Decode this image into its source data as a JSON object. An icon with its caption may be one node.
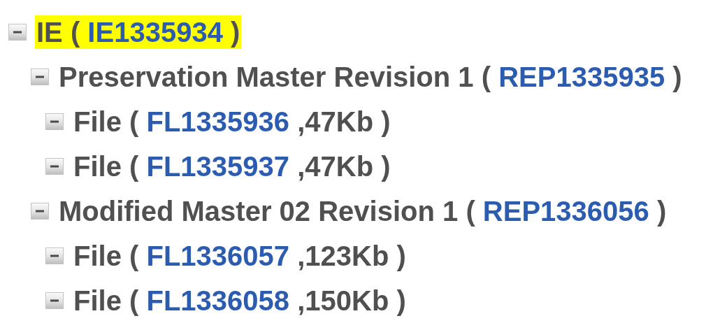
{
  "diagram": {
    "nodes": [
      {
        "text": [
          "IE (",
          "IE1335934",
          ")"
        ]
      },
      {
        "text": [
          "Preservation Master Revision 1 (",
          "REP1335935",
          ")"
        ]
      },
      {
        "text": [
          "File (",
          "FL1335936",
          ",47Kb )"
        ]
      },
      {
        "text": [
          "File (",
          "FL1335937",
          ",47Kb )"
        ]
      },
      {
        "text": [
          "Modified Master 02 Revision 1 (",
          "REP1336056",
          ")"
        ]
      },
      {
        "text": [
          "File (",
          "FL1336057",
          ",123Kb )"
        ]
      },
      {
        "text": [
          "File (",
          "FL1336058",
          ",150Kb )"
        ]
      }
    ]
  }
}
